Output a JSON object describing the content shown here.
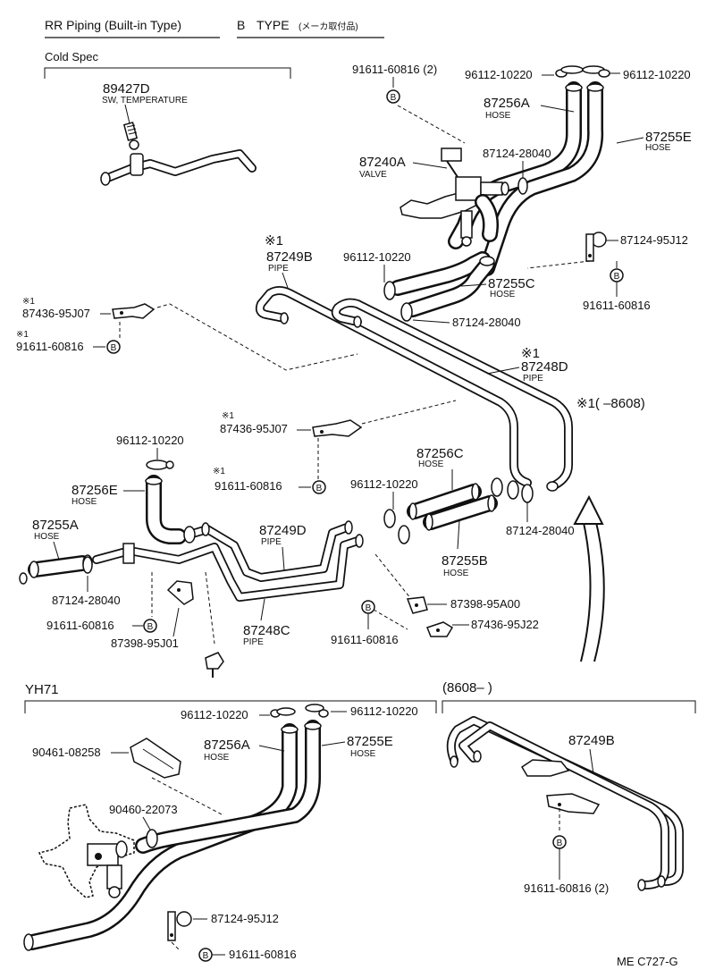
{
  "header": {
    "title": "RR Piping (Built-in Type)",
    "type": "B",
    "type_word": "TYPE",
    "type_note": "(メーカ取付品)"
  },
  "sections": {
    "cold_spec": "Cold Spec",
    "yh71": "YH71",
    "from_8608": "(8608–      )",
    "until_8608": "※1(       –8608)"
  },
  "marks": {
    "asterisk1": "※1",
    "b": "B"
  },
  "labels": {
    "p89427D": "89427D",
    "sw_temp": "SW, TEMPERATURE",
    "p91611_60816_2_top": "91611-60816 (2)",
    "p96112_10220_tl": "96112-10220",
    "p96112_10220_tr": "96112-10220",
    "p87256A": "87256A",
    "p87255E": "87255E",
    "p87240A": "87240A",
    "valve": "VALVE",
    "p87124_28040_a": "87124-28040",
    "p87124_95J12_a": "87124-95J12",
    "p91611_60816_a": "91611-60816",
    "p87249B": "87249B",
    "p96112_10220_a": "96112-10220",
    "p87255C": "87255C",
    "p87124_28040_b": "87124-28040",
    "p87436_95J07_a": "87436-95J07",
    "p91611_60816_b": "91611-60816",
    "p87248D": "87248D",
    "p87436_95J07_b": "87436-95J07",
    "p96112_10220_b": "96112-10220",
    "p91611_60816_c": "91611-60816",
    "p87256C": "87256C",
    "p96112_10220_c": "96112-10220",
    "p87256E": "87256E",
    "p87255A": "87255A",
    "p87249D": "87249D",
    "p87255B": "87255B",
    "p87124_28040_c": "87124-28040",
    "p87124_28040_d": "87124-28040",
    "p87398_95A00": "87398-95A00",
    "p87436_95J22": "87436-95J22",
    "p91611_60816_d": "91611-60816",
    "p91611_60816_e": "91611-60816",
    "p87398_95J01": "87398-95J01",
    "p87248C": "87248C",
    "p96112_10220_d": "96112-10220",
    "p96112_10220_e": "96112-10220",
    "p90461_08258": "90461-08258",
    "p87256A_b": "87256A",
    "p87255E_b": "87255E",
    "p90460_22073": "90460-22073",
    "p87124_95J12_b": "87124-95J12",
    "p91611_60816_f": "91611-60816",
    "p87249B_b": "87249B",
    "p91611_60816_2_bot": "91611-60816 (2)",
    "hose": "HOSE",
    "pipe": "PIPE"
  },
  "footer": {
    "code": "ME  C727-G"
  }
}
